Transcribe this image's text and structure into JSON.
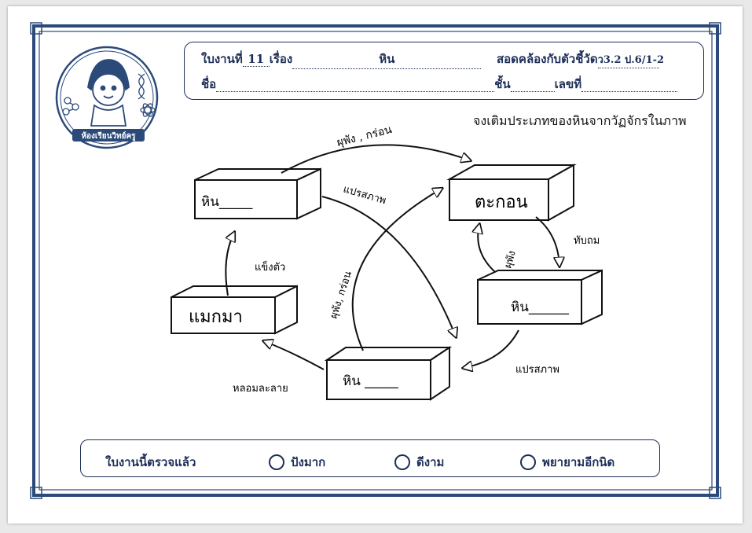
{
  "header": {
    "worksheet_label": "ใบงานที่",
    "worksheet_no": "11",
    "subject_label": "เรื่อง",
    "subject": "หิน",
    "indicator_label": "สอดคล้องกับตัวชี้วัด",
    "indicator": "ว3.2 ป.6/1-2",
    "name_label": "ชื่อ",
    "class_label": "ชั้น",
    "number_label": "เลขที่"
  },
  "instruction": "จงเติมประเภทของหินจากวัฏจักรในภาพ",
  "boxes": {
    "rock_top": "หิน_____",
    "sediment": "ตะกอน",
    "rock_right": "หิน______",
    "magma": "แมกมา",
    "rock_bottom": "หิน _____"
  },
  "arrows": {
    "top_arrow": "ผุพัง , กร่อน",
    "metamorphism_upper": "แปรสภาพ",
    "compaction": "ทับถม",
    "weathering_right": "ผุพัง",
    "solidify": "แข็งตัว",
    "weathering_loop": "ผุพัง, กร่อน",
    "metamorphism_lower": "แปรสภาพ",
    "melting": "หลอมละลาย"
  },
  "logo": {
    "text": "ห้องเรียนวิทย์ครู"
  },
  "footer": {
    "checked_label": "ใบงานนี้ตรวจแล้ว",
    "options": [
      "ปังมาก",
      "ดีงาม",
      "พยายามอีกนิด"
    ]
  },
  "colors": {
    "frame": "#2b4a7a",
    "ink": "#111111",
    "header_ink": "#1d2f58"
  }
}
